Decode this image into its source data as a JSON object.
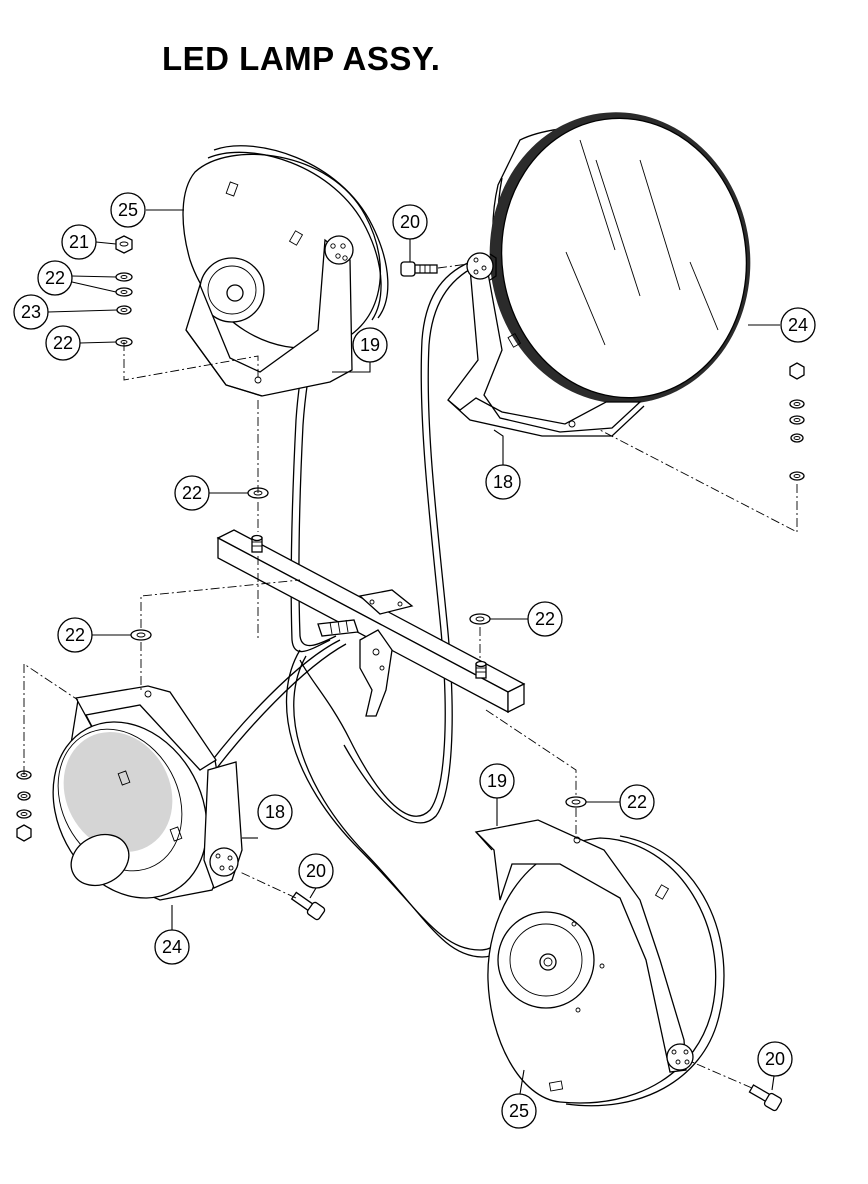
{
  "title": "LED LAMP ASSY.",
  "callouts": [
    {
      "id": "c25a",
      "label": "25"
    },
    {
      "id": "c21",
      "label": "21"
    },
    {
      "id": "c22a",
      "label": "22"
    },
    {
      "id": "c23",
      "label": "23"
    },
    {
      "id": "c22b",
      "label": "22"
    },
    {
      "id": "c19a",
      "label": "19"
    },
    {
      "id": "c20a",
      "label": "20"
    },
    {
      "id": "c24a",
      "label": "24"
    },
    {
      "id": "c18a",
      "label": "18"
    },
    {
      "id": "c22c",
      "label": "22"
    },
    {
      "id": "c22d",
      "label": "22"
    },
    {
      "id": "c22e",
      "label": "22"
    },
    {
      "id": "c19b",
      "label": "19"
    },
    {
      "id": "c22f",
      "label": "22"
    },
    {
      "id": "c18b",
      "label": "18"
    },
    {
      "id": "c20b",
      "label": "20"
    },
    {
      "id": "c24b",
      "label": "24"
    },
    {
      "id": "c20c",
      "label": "20"
    },
    {
      "id": "c25b",
      "label": "25"
    }
  ]
}
